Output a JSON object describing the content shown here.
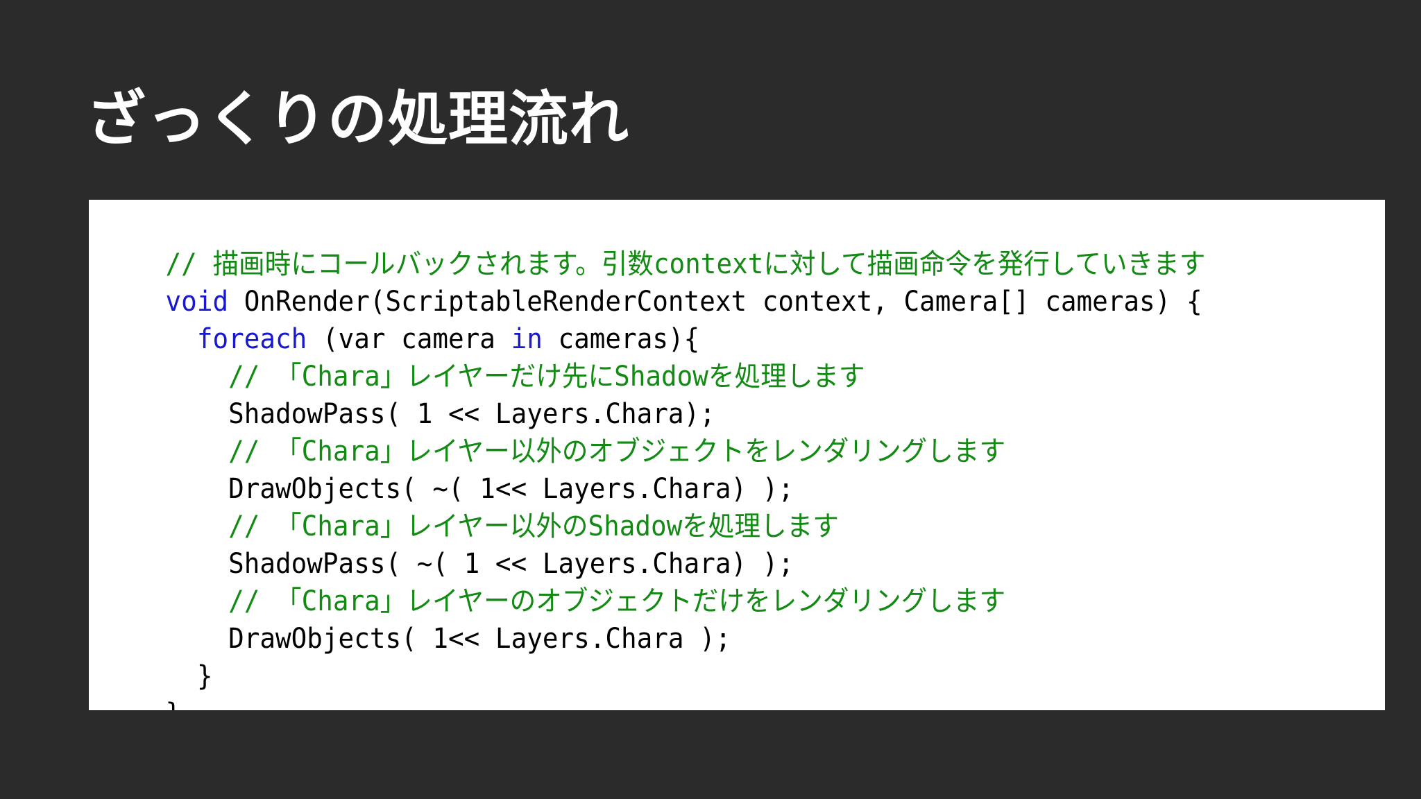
{
  "slide": {
    "title": "ざっくりの処理流れ"
  },
  "colors": {
    "background": "#2b2b2c",
    "panel": "#ffffff",
    "comment": "#138a13",
    "keyword": "#1818d0",
    "plain": "#000000"
  },
  "code": {
    "lines": [
      [
        {
          "type": "comment",
          "text": "// 描画時にコールバックされます。引数contextに対して描画命令を発行していきます"
        }
      ],
      [
        {
          "type": "keyword",
          "text": "void"
        },
        {
          "type": "plain",
          "text": " OnRender(ScriptableRenderContext context, Camera[] cameras) {"
        }
      ],
      [
        {
          "type": "plain",
          "text": "  "
        },
        {
          "type": "keyword",
          "text": "foreach"
        },
        {
          "type": "plain",
          "text": " (var camera "
        },
        {
          "type": "keyword",
          "text": "in"
        },
        {
          "type": "plain",
          "text": " cameras){"
        }
      ],
      [
        {
          "type": "plain",
          "text": "    "
        },
        {
          "type": "comment",
          "text": "// 「Chara」レイヤーだけ先にShadowを処理します"
        }
      ],
      [
        {
          "type": "plain",
          "text": "    ShadowPass( 1 << Layers.Chara);"
        }
      ],
      [
        {
          "type": "plain",
          "text": "    "
        },
        {
          "type": "comment",
          "text": "// 「Chara」レイヤー以外のオブジェクトをレンダリングします"
        }
      ],
      [
        {
          "type": "plain",
          "text": "    DrawObjects( ~( 1<< Layers.Chara) );"
        }
      ],
      [
        {
          "type": "plain",
          "text": "    "
        },
        {
          "type": "comment",
          "text": "// 「Chara」レイヤー以外のShadowを処理します"
        }
      ],
      [
        {
          "type": "plain",
          "text": "    ShadowPass( ~( 1 << Layers.Chara) );"
        }
      ],
      [
        {
          "type": "plain",
          "text": "    "
        },
        {
          "type": "comment",
          "text": "// 「Chara」レイヤーのオブジェクトだけをレンダリングします"
        }
      ],
      [
        {
          "type": "plain",
          "text": "    DrawObjects( 1<< Layers.Chara );"
        }
      ],
      [
        {
          "type": "plain",
          "text": "  }"
        }
      ],
      [
        {
          "type": "plain",
          "text": "}"
        }
      ]
    ]
  }
}
